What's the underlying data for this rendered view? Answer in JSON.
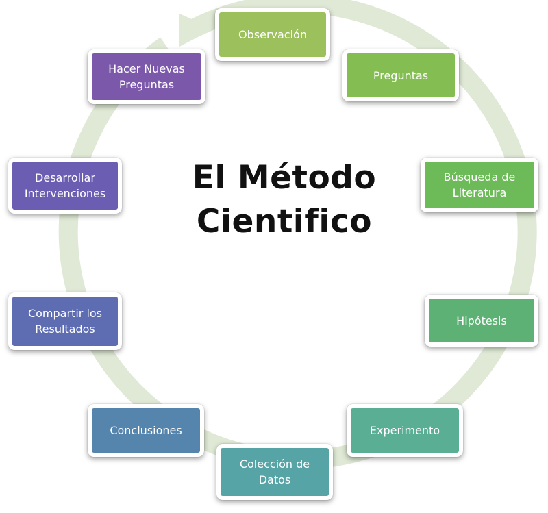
{
  "diagram": {
    "title_line1": "El Método",
    "title_line2": "Cientifico",
    "cycle_color": "#dfe9d5",
    "steps": [
      {
        "label": "Observación",
        "color": "#9bc05c"
      },
      {
        "label": "Preguntas",
        "color": "#84be52"
      },
      {
        "label": "Búsqueda de Literatura",
        "color": "#6dba59"
      },
      {
        "label": "Hipótesis",
        "color": "#5eb175"
      },
      {
        "label": "Experimento",
        "color": "#59ae93"
      },
      {
        "label": "Colección de Datos",
        "color": "#57a4a7"
      },
      {
        "label": "Conclusiones",
        "color": "#5584ad"
      },
      {
        "label": "Compartir los Resultados",
        "color": "#5e6db1"
      },
      {
        "label": "Desarrollar Intervenciones",
        "color": "#6b5eb2"
      },
      {
        "label": "Hacer Nuevas Preguntas",
        "color": "#7c58ab"
      }
    ]
  }
}
